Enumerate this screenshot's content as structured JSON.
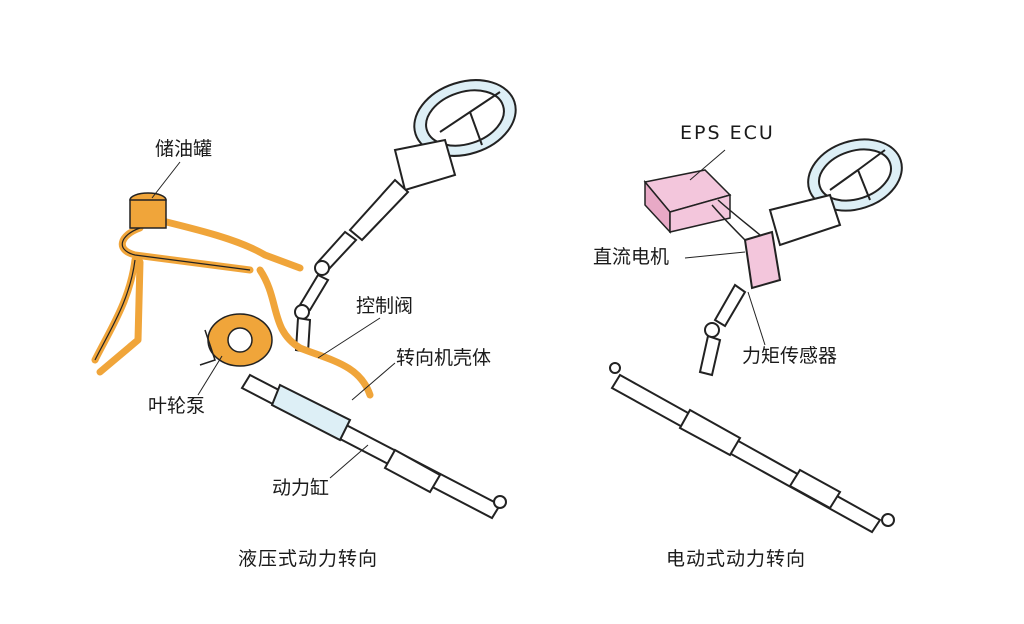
{
  "hydraulic": {
    "caption": "液压式动力转向",
    "labels": {
      "reservoir": "储油罐",
      "control_valve": "控制阀",
      "gear_housing": "转向机壳体",
      "vane_pump": "叶轮泵",
      "power_cylinder": "动力缸"
    }
  },
  "electric": {
    "caption": "电动式动力转向",
    "labels": {
      "ecu": "EPS ECU",
      "dc_motor": "直流电机",
      "torque_sensor": "力矩传感器"
    }
  },
  "colors": {
    "oil_lines": "#F0A53A",
    "ecu_box": "#F3C6DC",
    "glass_tint": "#DDEFF6",
    "outline": "#222222"
  }
}
